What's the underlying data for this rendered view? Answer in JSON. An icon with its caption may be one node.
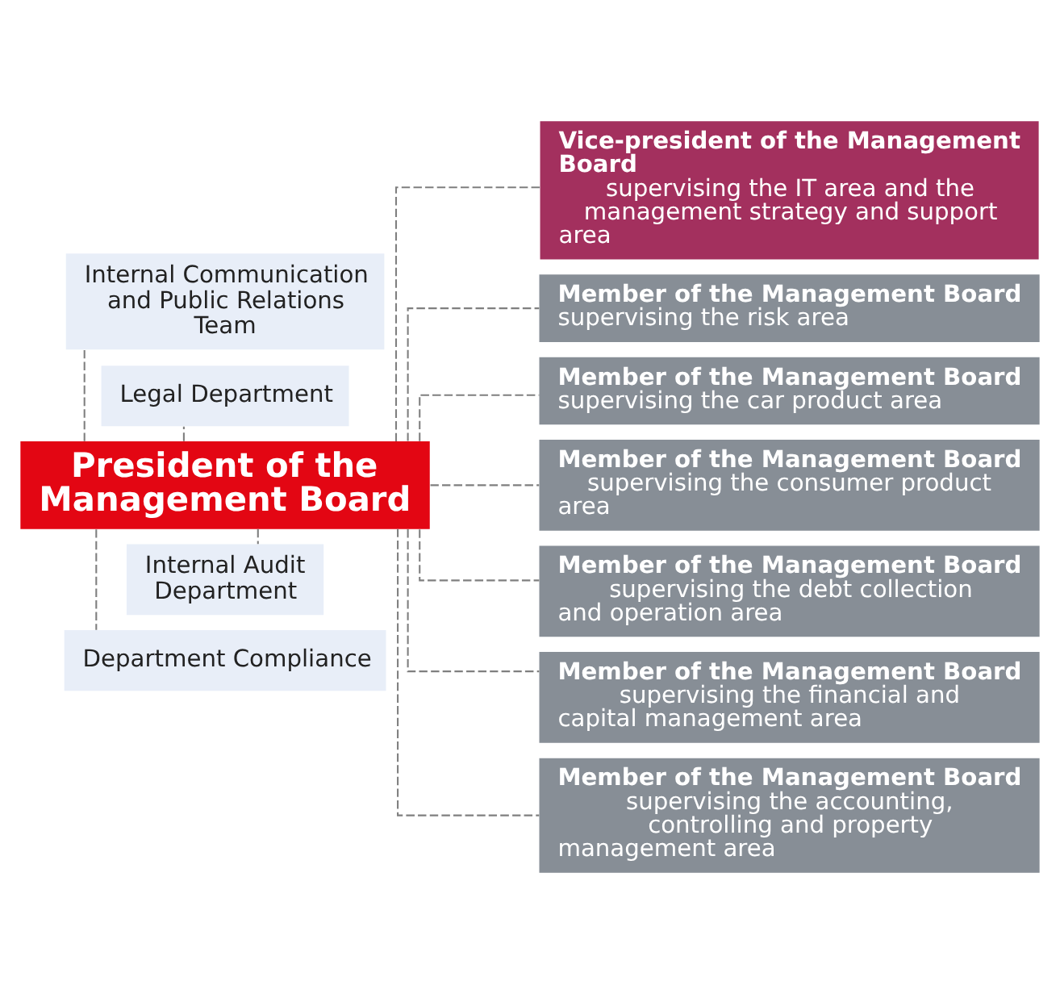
{
  "diagram": {
    "nodes": [
      {
        "text": [
          "President of the Management Board"
        ]
      },
      {
        "text": [
          "Internal Communication and Public Relations Team"
        ]
      },
      {
        "text": [
          "Legal Department"
        ]
      },
      {
        "text": [
          "Internal Audit Department"
        ]
      },
      {
        "text": [
          "Department Compliance"
        ]
      },
      {
        "text": [
          "Vice-president of the Management Board",
          "supervising the IT area and the management strategy and support area"
        ]
      },
      {
        "text": [
          "Member of the Management Board",
          "supervising the risk area"
        ]
      },
      {
        "text": [
          "Member of the Management Board",
          "supervising the car product area"
        ]
      },
      {
        "text": [
          "Member of the Management Board",
          "supervising the consumer product area"
        ]
      },
      {
        "text": [
          "Member of the Management Board",
          "supervising the debt collection and operation area"
        ]
      },
      {
        "text": [
          "Member of the Management Board",
          "supervising the financial and capital management area"
        ]
      },
      {
        "text": [
          "Member of the Management Board",
          "supervising the accounting, controlling and property management area"
        ]
      }
    ],
    "edges": [
      {
        "from": 0,
        "to": 1,
        "arrow": "none",
        "style": "dashed"
      },
      {
        "from": 0,
        "to": 2,
        "arrow": "none",
        "style": "dashed"
      },
      {
        "from": 0,
        "to": 3,
        "arrow": "none",
        "style": "dashed"
      },
      {
        "from": 0,
        "to": 4,
        "arrow": "none",
        "style": "dashed"
      },
      {
        "from": 0,
        "to": 5,
        "arrow": "none",
        "style": "dashed"
      },
      {
        "from": 0,
        "to": 6,
        "arrow": "none",
        "style": "dashed"
      },
      {
        "from": 0,
        "to": 7,
        "arrow": "none",
        "style": "dashed"
      },
      {
        "from": 0,
        "to": 8,
        "arrow": "none",
        "style": "dashed"
      },
      {
        "from": 0,
        "to": 9,
        "arrow": "none",
        "style": "dashed"
      },
      {
        "from": 0,
        "to": 10,
        "arrow": "none",
        "style": "dashed"
      },
      {
        "from": 0,
        "to": 11,
        "arrow": "none",
        "style": "dashed"
      }
    ]
  }
}
